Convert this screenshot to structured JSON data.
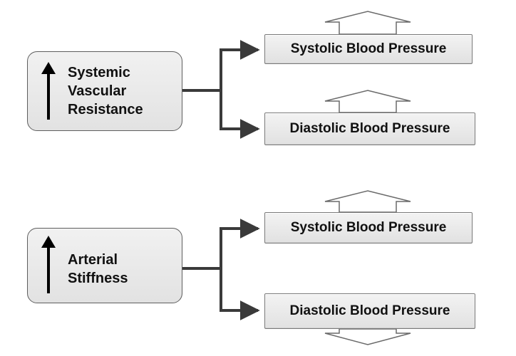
{
  "groups": [
    {
      "cause": {
        "lines": [
          "Systemic",
          "Vascular",
          "Resistance"
        ],
        "direction": "increase",
        "icon": "up-arrow"
      },
      "effects": [
        {
          "label": "Systolic Blood Pressure",
          "change": "increase",
          "icon": "up-hollow-arrow"
        },
        {
          "label": "Diastolic Blood Pressure",
          "change": "increase",
          "icon": "up-hollow-arrow"
        }
      ]
    },
    {
      "cause": {
        "lines": [
          "Arterial",
          "Stiffness"
        ],
        "direction": "increase",
        "icon": "up-arrow"
      },
      "effects": [
        {
          "label": "Systolic Blood Pressure",
          "change": "increase",
          "icon": "up-hollow-arrow"
        },
        {
          "label": "Diastolic Blood Pressure",
          "change": "decrease",
          "icon": "down-hollow-arrow"
        }
      ]
    }
  ],
  "colors": {
    "connector": "#3a3a3a",
    "box_border": "#5e5e5e",
    "box_fill": "#e8e8e8",
    "arrow_fill": "#ffffff",
    "text": "#111111"
  }
}
